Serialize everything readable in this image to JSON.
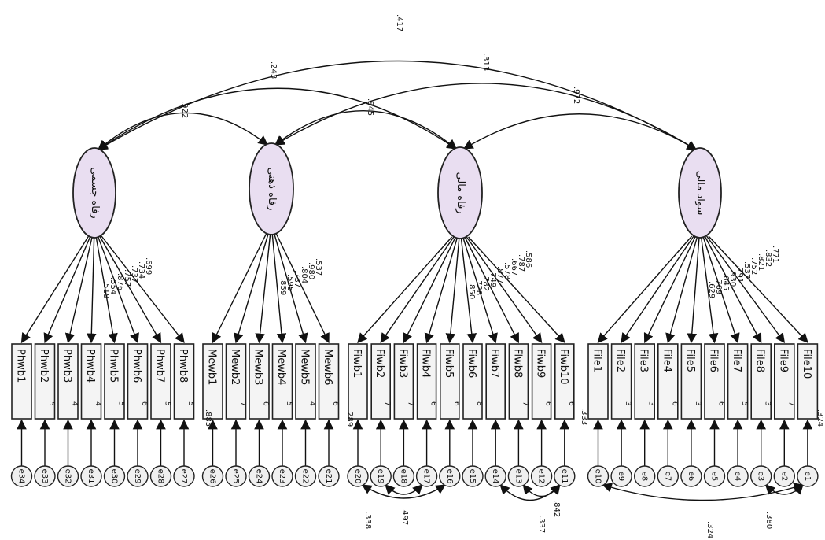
{
  "latents": [
    {
      "label": "رفاه جسمی",
      "loadings": [
        ".518",
        ".554",
        ".876",
        ".757",
        ".737",
        ".734",
        ".699"
      ]
    },
    {
      "label": "رفاه ذهنی",
      "loadings": [
        ".859",
        ".595",
        ".737",
        ".804",
        ".980",
        ".537"
      ]
    },
    {
      "label": "رفاه مالی",
      "loadings": [
        ".850",
        ".728",
        ".782",
        ".749",
        ".877",
        ".578",
        ".667",
        ".787",
        ".586"
      ]
    },
    {
      "label": "سواد مالی",
      "loadings": [
        ".629",
        ".769",
        ".645",
        ".930",
        ".791",
        ".537",
        ".752",
        ".821",
        ".832",
        ".771"
      ]
    }
  ],
  "indicators": [
    "Phwb1",
    "Phwb2",
    "Phwb3",
    "Phwb4",
    "Phwb5",
    "Phwb6",
    "Phwb7",
    "Phwb8",
    "Mewb1",
    "Mewb2",
    "Mewb3",
    "Mewb4",
    "Mewb5",
    "Mewb6",
    "Fiwb1",
    "Fiwb2",
    "Fiwb3",
    "Fiwb4",
    "Fiwb5",
    "Fiwb6",
    "Fiwb7",
    "Fiwb8",
    "Fiwb9",
    "Fiwb10",
    "File1",
    "File2",
    "File3",
    "File4",
    "File5",
    "File6",
    "File7",
    "File8",
    "File9",
    "File10"
  ],
  "indicator_suffixes": [
    "",
    "5",
    "4",
    "4",
    "5",
    "6",
    "5",
    "5",
    "",
    "7",
    "6",
    "5",
    "4",
    "6",
    "",
    "7",
    "7",
    "6",
    "6",
    "8",
    "",
    "7",
    "6",
    "6",
    "",
    "3",
    "3",
    "6",
    "3",
    "6",
    "5",
    "3",
    "7",
    ""
  ],
  "errors": [
    "e34",
    "e33",
    "e32",
    "e31",
    "e30",
    "e29",
    "e28",
    "e27",
    "e26",
    "e25",
    "e24",
    "e23",
    "e22",
    "e21",
    "e20",
    "e19",
    "e18",
    "e17",
    "e16",
    "e15",
    "e14",
    "e13",
    "e12",
    "e11",
    "e10",
    "e9",
    "e8",
    "e7",
    "e6",
    "e5",
    "e4",
    "e3",
    "e2",
    "e1"
  ],
  "covariances": [
    {
      "label": ".417"
    },
    {
      "label": ".313"
    },
    {
      "label": ".243"
    },
    {
      "label": ".972"
    },
    {
      "label": ".845"
    },
    {
      "label": ".922"
    }
  ],
  "residual_labels": [
    ".885",
    ".289",
    ".333",
    ".324",
    ".338",
    ".497",
    ".337",
    ".842",
    ".380",
    ".324"
  ],
  "colors": {
    "latent_fill": "#e9def1",
    "box_fill": "#f4f4f4",
    "line": "#111111"
  }
}
